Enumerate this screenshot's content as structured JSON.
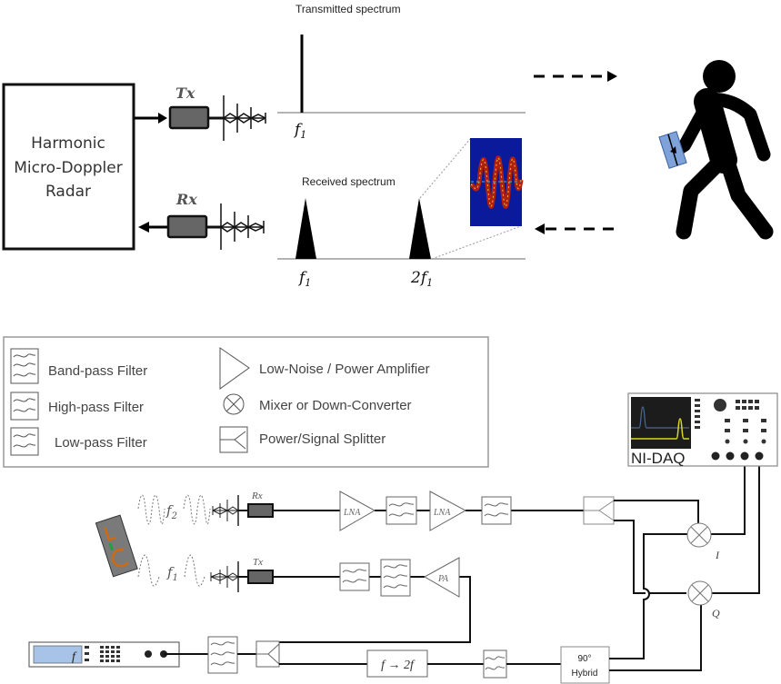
{
  "top": {
    "radar_box": {
      "lines": [
        "Harmonic",
        "Micro-Doppler",
        "Radar"
      ]
    },
    "tx_label": "Tx",
    "rx_label": "Rx",
    "transmitted_title": "Transmitted spectrum",
    "received_title": "Received spectrum",
    "tx_freq_label": "f",
    "tx_freq_sub": "1",
    "rx_freq1_label": "f",
    "rx_freq1_sub": "1",
    "rx_freq2_label": "2f",
    "rx_freq2_sub": "1"
  },
  "legend": {
    "items": [
      {
        "icon": "band-pass-filter-icon",
        "label": "Band-pass Filter"
      },
      {
        "icon": "high-pass-filter-icon",
        "label": "High-pass Filter"
      },
      {
        "icon": "low-pass-filter-icon",
        "label": "Low-pass Filter"
      },
      {
        "icon": "amplifier-icon",
        "label": "Low-Noise / Power Amplifier"
      },
      {
        "icon": "mixer-icon",
        "label": "Mixer or Down-Converter"
      },
      {
        "icon": "splitter-icon",
        "label": "Power/Signal Splitter"
      }
    ]
  },
  "circuit": {
    "rx_label": "Rx",
    "tx_label": "Tx",
    "f2_label": "f",
    "f2_sub": "2",
    "f1_label": "f",
    "f1_sub": "1",
    "lna1_label": "LNA",
    "lna2_label": "LNA",
    "pa_label": "PA",
    "daq_label": "NI-DAQ",
    "doubler_label": "f → 2f",
    "hybrid_line1": "90°",
    "hybrid_line2": "Hybrid",
    "i_label": "I",
    "q_label": "Q",
    "siggen_label": "f"
  },
  "colors": {
    "tag_blue": "#7fa2d8",
    "siggen_screen": "#a7c4e8",
    "daq_screen": "#1c1c1c",
    "daq_trace_blue": "#4a6a96",
    "daq_trace_yellow": "#d8d820",
    "spectrogram_bg": "#0a1a9a",
    "spectrogram_signal": "#b02010",
    "harmonic_tag_body": "#7a7a7a",
    "harmonic_tag_coil": "#d06a10",
    "harmonic_tag_diode": "#20a040"
  }
}
